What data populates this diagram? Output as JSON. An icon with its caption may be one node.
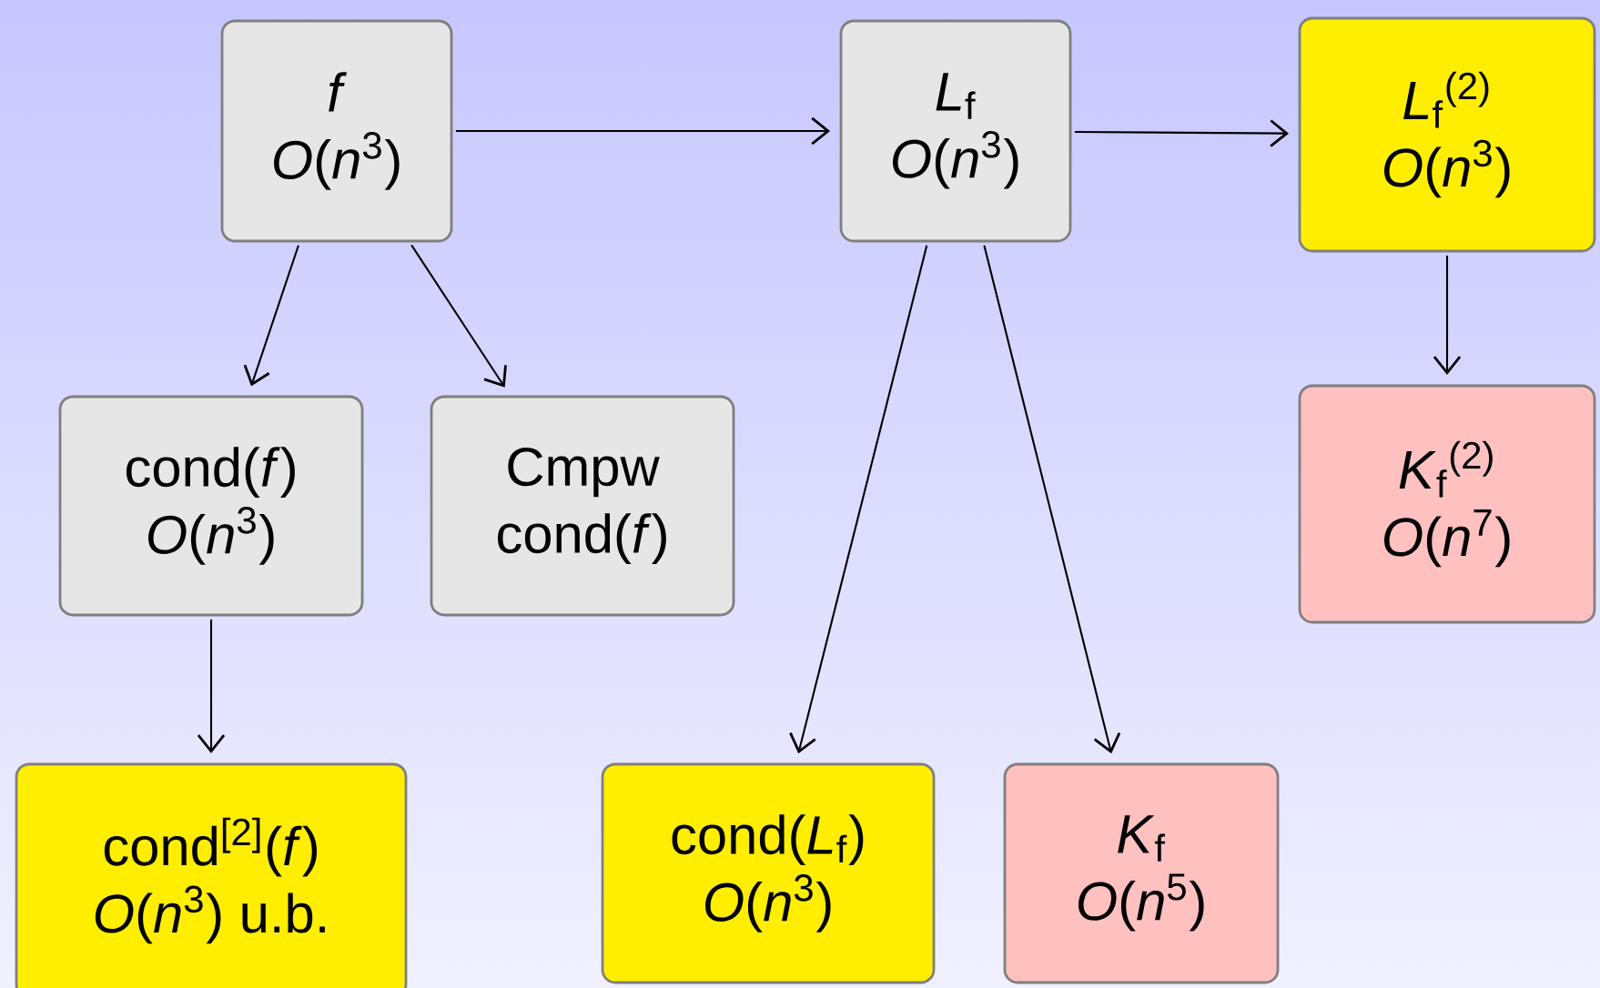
{
  "diagram": {
    "nodes": [
      {
        "text": [
          "*f*",
          "*O*(*n*$^{3}$)"
        ]
      },
      {
        "text": [
          "*L*$_{f}$",
          "*O*(*n*$^{3}$)"
        ]
      },
      {
        "text": [
          "*L*$_{f}$$^{(2)}$",
          "*O*(*n*$^{3}$)"
        ]
      },
      {
        "text": [
          "cond(*f*)",
          "*O*(*n*$^{3}$)"
        ]
      },
      {
        "text": [
          "Cmpw",
          "cond(*f*)"
        ]
      },
      {
        "text": [
          "*K*$_{f}$$^{(2)}$",
          "*O*(*n*$^{7}$)"
        ]
      },
      {
        "text": [
          "cond$^{[2]}$(*f*)",
          "*O*(*n*$^{3}$) u.b."
        ]
      },
      {
        "text": [
          "cond(*L*$_{f}$)",
          "*O*(*n*$^{3}$)"
        ]
      },
      {
        "text": [
          "*K*$_{f}$",
          "*O*(*n*$^{5}$)"
        ]
      }
    ],
    "edges": [
      {
        "from": 0,
        "to": 1,
        "arrow": "to"
      },
      {
        "from": 1,
        "to": 2,
        "arrow": "to"
      },
      {
        "from": 0,
        "to": 3,
        "arrow": "to"
      },
      {
        "from": 0,
        "to": 4,
        "arrow": "to"
      },
      {
        "from": 3,
        "to": 6,
        "arrow": "to"
      },
      {
        "from": 1,
        "to": 7,
        "arrow": "to"
      },
      {
        "from": 1,
        "to": 8,
        "arrow": "to"
      },
      {
        "from": 2,
        "to": 5,
        "arrow": "to"
      }
    ]
  }
}
